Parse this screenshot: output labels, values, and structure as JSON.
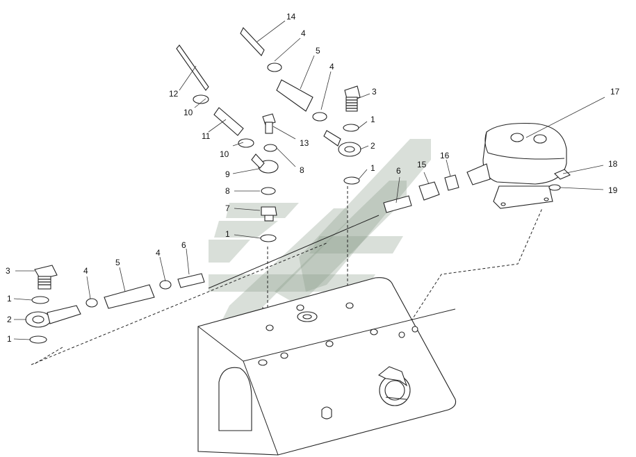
{
  "callouts": [
    {
      "id": "c14",
      "text": "14"
    },
    {
      "id": "c4a",
      "text": "4"
    },
    {
      "id": "c5a",
      "text": "5"
    },
    {
      "id": "c4b",
      "text": "4"
    },
    {
      "id": "c3a",
      "text": "3"
    },
    {
      "id": "c17",
      "text": "17"
    },
    {
      "id": "c12",
      "text": "12"
    },
    {
      "id": "c10a",
      "text": "10"
    },
    {
      "id": "c11",
      "text": "11"
    },
    {
      "id": "c10b",
      "text": "10"
    },
    {
      "id": "c13",
      "text": "13"
    },
    {
      "id": "c1a",
      "text": "1"
    },
    {
      "id": "c2a",
      "text": "2"
    },
    {
      "id": "c8a",
      "text": "8"
    },
    {
      "id": "c9",
      "text": "9"
    },
    {
      "id": "c1b",
      "text": "1"
    },
    {
      "id": "c6a",
      "text": "6"
    },
    {
      "id": "c15",
      "text": "15"
    },
    {
      "id": "c16",
      "text": "16"
    },
    {
      "id": "c18",
      "text": "18"
    },
    {
      "id": "c8b",
      "text": "8"
    },
    {
      "id": "c19",
      "text": "19"
    },
    {
      "id": "c7",
      "text": "7"
    },
    {
      "id": "c1c",
      "text": "1"
    },
    {
      "id": "c6b",
      "text": "6"
    },
    {
      "id": "c3b",
      "text": "3"
    },
    {
      "id": "c4c",
      "text": "4"
    },
    {
      "id": "c5b",
      "text": "5"
    },
    {
      "id": "c4d",
      "text": "4"
    },
    {
      "id": "c1d",
      "text": "1"
    },
    {
      "id": "c2b",
      "text": "2"
    },
    {
      "id": "c1e",
      "text": "1"
    }
  ],
  "colors": {
    "line": "#222222",
    "watermark": "#8a9a8a",
    "highlight": "#c0392b"
  }
}
